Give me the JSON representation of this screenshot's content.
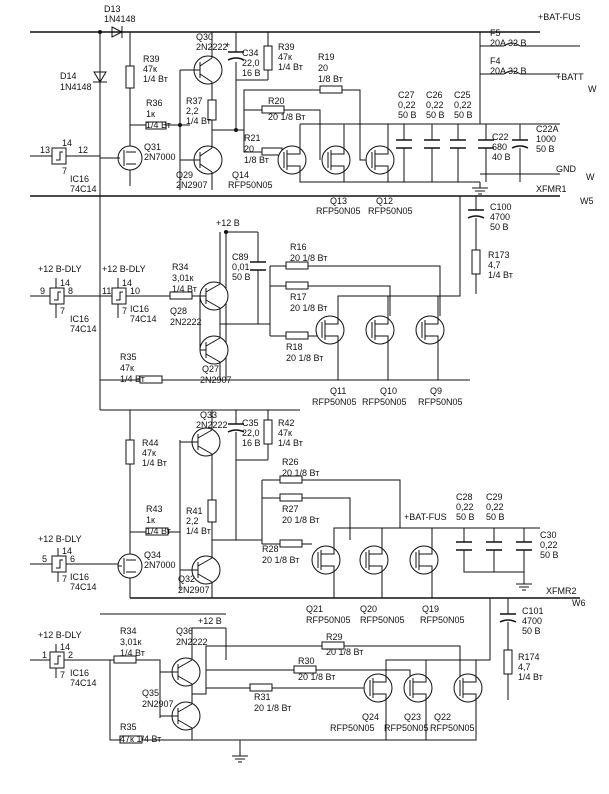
{
  "nets": {
    "bat_fus_top": "+BAT-FUS",
    "batt": "+BATT",
    "w_top": "W",
    "gnd": "GND",
    "w_gnd": "W",
    "xfmr1": "XFMR1",
    "w5": "W5",
    "xfmr2": "XFMR2",
    "w6": "W6",
    "bat_fus_mid": "+BAT-FUS"
  },
  "fuses": [
    {
      "ref": "F5",
      "value": "20A 32 B"
    },
    {
      "ref": "F4",
      "value": "20A 32 B"
    }
  ],
  "diodes": [
    {
      "ref": "D13",
      "value": "1N4148"
    },
    {
      "ref": "D14",
      "value": "1N4148"
    }
  ],
  "supplies": [
    {
      "label": "+12 B"
    },
    {
      "label": "+12 B"
    },
    {
      "label": "+12 B-DLY"
    },
    {
      "label": "+12 B-DLY"
    },
    {
      "label": "+12 B-DLY"
    },
    {
      "label": "+12 B-DLY"
    }
  ],
  "resistors": [
    {
      "ref": "R39",
      "value": "47к",
      "rating": "1/4 Вт"
    },
    {
      "ref": "R39",
      "value": "47к",
      "rating": "1/4 Вт"
    },
    {
      "ref": "R36",
      "value": "1к",
      "rating": "1/4 Вт"
    },
    {
      "ref": "R37",
      "value": "2,2",
      "rating": "1/4 Вт"
    },
    {
      "ref": "R19",
      "value": "20",
      "rating": "1/8 Вт"
    },
    {
      "ref": "R20",
      "value": "20 1/8 Вт",
      "rating": ""
    },
    {
      "ref": "R21",
      "value": "20",
      "rating": "1/8 Вт"
    },
    {
      "ref": "R16",
      "value": "20 1/8 Вт",
      "rating": ""
    },
    {
      "ref": "R17",
      "value": "20 1/8 Вт",
      "rating": ""
    },
    {
      "ref": "R18",
      "value": "20 1/8 Вт",
      "rating": ""
    },
    {
      "ref": "R34",
      "value": "3,01к",
      "rating": "1/4 Вт"
    },
    {
      "ref": "R35",
      "value": "47к",
      "rating": "1/4 Вт"
    },
    {
      "ref": "R173",
      "value": "4,7",
      "rating": "1/4 Вт"
    },
    {
      "ref": "R42",
      "value": "47к",
      "rating": "1/4 Вт"
    },
    {
      "ref": "R44",
      "value": "47к",
      "rating": "1/4 Вт"
    },
    {
      "ref": "R43",
      "value": "1к",
      "rating": "1/4 Вт"
    },
    {
      "ref": "R41",
      "value": "2,2",
      "rating": "1/4 Вт"
    },
    {
      "ref": "R26",
      "value": "20 1/8 Вт",
      "rating": ""
    },
    {
      "ref": "R27",
      "value": "20 1/8 Вт",
      "rating": ""
    },
    {
      "ref": "R28",
      "value": "20 1/8 Вт",
      "rating": ""
    },
    {
      "ref": "R34",
      "value": "3,01к",
      "rating": "1/4 Вт"
    },
    {
      "ref": "R29",
      "value": "20 1/8 Вт",
      "rating": ""
    },
    {
      "ref": "R30",
      "value": "20 1/8 Вт",
      "rating": ""
    },
    {
      "ref": "R31",
      "value": "20 1/8 Вт",
      "rating": ""
    },
    {
      "ref": "R35",
      "value": "47к 1/4 Вт",
      "rating": ""
    },
    {
      "ref": "R174",
      "value": "4,7",
      "rating": "1/4 Вт"
    }
  ],
  "capacitors": [
    {
      "ref": "C34",
      "value": "22,0",
      "rating": "16 В"
    },
    {
      "ref": "C27",
      "value": "0,22",
      "rating": "50 В"
    },
    {
      "ref": "C26",
      "value": "0,22",
      "rating": "50 В"
    },
    {
      "ref": "C25",
      "value": "0,22",
      "rating": "50 В"
    },
    {
      "ref": "C22",
      "value": "680",
      "rating": "40 В"
    },
    {
      "ref": "C22A",
      "value": "1000",
      "rating": "50 В"
    },
    {
      "ref": "C100",
      "value": "4700",
      "rating": "50 В"
    },
    {
      "ref": "C89",
      "value": "0,01",
      "rating": "50 В"
    },
    {
      "ref": "C35",
      "value": "22,0",
      "rating": "16 В"
    },
    {
      "ref": "C28",
      "value": "0,22",
      "rating": "50 В"
    },
    {
      "ref": "C29",
      "value": "0,22",
      "rating": "50 В"
    },
    {
      "ref": "C30",
      "value": "0,22",
      "rating": "50 В"
    },
    {
      "ref": "C101",
      "value": "4700",
      "rating": "50 В"
    }
  ],
  "transistors": [
    {
      "ref": "Q30",
      "value": "2N2222"
    },
    {
      "ref": "Q31",
      "value": "2N7000"
    },
    {
      "ref": "Q29",
      "value": "2N2907"
    },
    {
      "ref": "Q14",
      "value": "RFP50N05"
    },
    {
      "ref": "Q13",
      "value": "RFP50N05"
    },
    {
      "ref": "Q12",
      "value": "RFP50N05"
    },
    {
      "ref": "Q28",
      "value": "2N2222"
    },
    {
      "ref": "Q27",
      "value": "2N2907"
    },
    {
      "ref": "Q11",
      "value": "RFP50N05"
    },
    {
      "ref": "Q10",
      "value": "RFP50N05"
    },
    {
      "ref": "Q9",
      "value": "RFP50N05"
    },
    {
      "ref": "Q33",
      "value": "2N2222"
    },
    {
      "ref": "Q34",
      "value": "2N7000"
    },
    {
      "ref": "Q32",
      "value": "2N2907"
    },
    {
      "ref": "Q21",
      "value": "RFP50N05"
    },
    {
      "ref": "Q20",
      "value": "RFP50N05"
    },
    {
      "ref": "Q19",
      "value": "RFP50N05"
    },
    {
      "ref": "Q36",
      "value": "2N2222"
    },
    {
      "ref": "Q35",
      "value": "2N2907"
    },
    {
      "ref": "Q24",
      "value": "RFP50N05"
    },
    {
      "ref": "Q23",
      "value": "RFP50N05"
    },
    {
      "ref": "Q22",
      "value": "RFP50N05"
    }
  ],
  "ics": [
    {
      "ref": "IC16",
      "type": "74C14",
      "pin_in": "13",
      "pin_out": "12",
      "pin_vcc": "14",
      "pin_gnd": "7"
    },
    {
      "ref": "IC16",
      "type": "74C14",
      "pin_in": "9",
      "pin_out": "8",
      "pin_vcc": "14",
      "pin_gnd": "7"
    },
    {
      "ref": "IC16",
      "type": "74C14",
      "pin_in": "11",
      "pin_out": "10",
      "pin_vcc": "14",
      "pin_gnd": "7"
    },
    {
      "ref": "IC16",
      "type": "74C14",
      "pin_in": "5",
      "pin_out": "6",
      "pin_vcc": "14",
      "pin_gnd": "7"
    },
    {
      "ref": "IC16",
      "type": "74C14",
      "pin_in": "1",
      "pin_out": "2",
      "pin_vcc": "14",
      "pin_gnd": "7"
    }
  ]
}
